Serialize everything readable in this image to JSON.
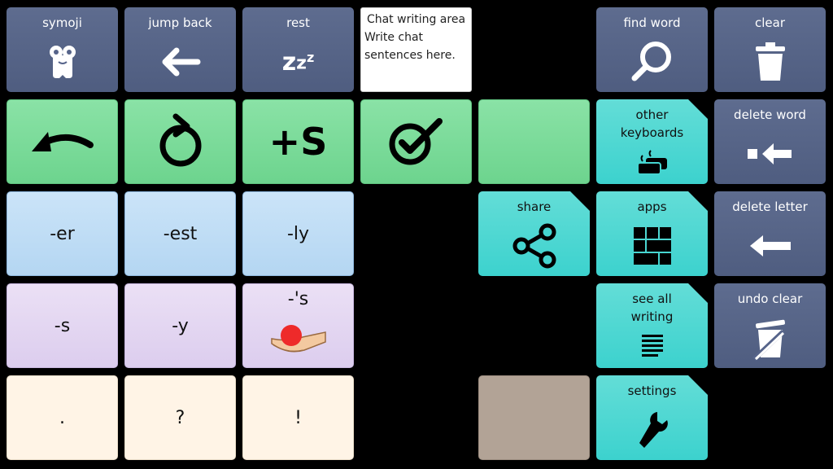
{
  "chat": {
    "title": "Chat writing area",
    "placeholder": "Write chat sentences here."
  },
  "buttons": {
    "symoji": "symoji",
    "jump_back": "jump back",
    "rest": "rest",
    "find_word": "find word",
    "clear": "clear",
    "other_keyboards": "other keyboards",
    "delete_word": "delete word",
    "share": "share",
    "apps": "apps",
    "delete_letter": "delete letter",
    "see_all_writing": "see all writing",
    "undo_clear": "undo clear",
    "settings": "settings",
    "plus_s": "+S"
  },
  "suffixes": {
    "er": "-er",
    "est": "-est",
    "ly": "-ly",
    "s": "-s",
    "y": "-y",
    "apos_s": "-'s"
  },
  "punctuation": {
    "period": ".",
    "question": "?",
    "exclaim": "!"
  },
  "colors": {
    "dark": "#56648a",
    "green": "#7ddb9b",
    "teal": "#4cd8d2",
    "blue": "#bcdcf5",
    "lavender": "#e3d6f1",
    "cream": "#fff4e6",
    "tan": "#b2a396"
  }
}
